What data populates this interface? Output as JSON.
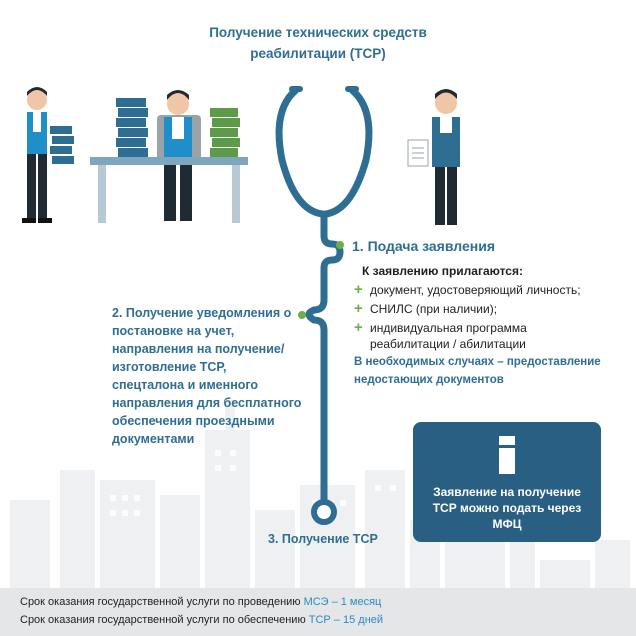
{
  "title": {
    "line1": "Получение технических средств",
    "line2": "реабилитации (ТСР)"
  },
  "steps": {
    "step1": "1. Подача заявления",
    "attach_title": "К заявлению прилагаются:",
    "documents": [
      {
        "text": "документ, удостоверяющий личность;"
      },
      {
        "text": "СНИЛС (при наличии);"
      },
      {
        "text": "индивидуальная программа реабилитации / абилитации"
      }
    ],
    "note": "В необходимых случаях – предоставление недостающих документов",
    "step2": "2. Получение уведомления о постановке на учет, направления на получение/ изготовление ТСР, спецталона и именного направления для бесплатного обеспечения проездными документами",
    "step3": "3. Получение ТСР"
  },
  "mfc_box": {
    "text": "Заявление на получение ТСР можно подать через МФЦ",
    "icon": "info-icon"
  },
  "footer": {
    "line1_prefix": "Срок оказания государственной услуги по проведению ",
    "line1_highlight": "МСЭ – 1 месяц",
    "line2_prefix": "Срок оказания государственной услуги по обеспечению ",
    "line2_highlight": "ТСР – 15 дней"
  },
  "colors": {
    "accent": "#2f6e93",
    "box": "#2a5f84",
    "plus": "#6cae4a",
    "dot": "#6cae4a",
    "skyline": "#eceef0",
    "footer": "#e4e6e8",
    "highlight": "#2b8bc4"
  }
}
